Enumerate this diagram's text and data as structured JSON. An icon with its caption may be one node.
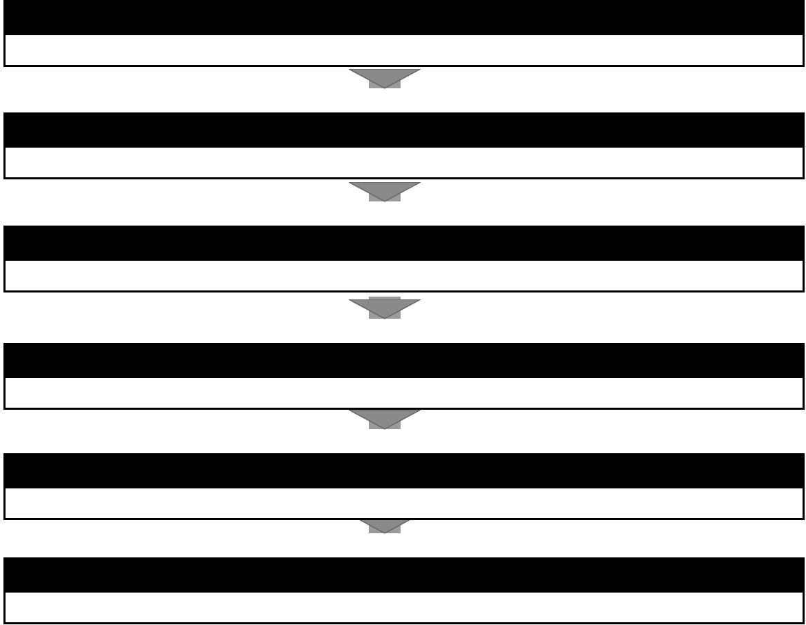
{
  "diagram": {
    "nodes": [
      {
        "text": [],
        "shape": "box"
      },
      {
        "text": [],
        "shape": "box"
      },
      {
        "text": [],
        "shape": "box"
      },
      {
        "text": [],
        "shape": "box"
      },
      {
        "text": [],
        "shape": "box"
      },
      {
        "text": [],
        "shape": "box"
      }
    ],
    "edges": [
      {
        "from": 0,
        "to": 1,
        "arrow": "to"
      },
      {
        "from": 1,
        "to": 2,
        "arrow": "to"
      },
      {
        "from": 2,
        "to": 3,
        "arrow": "to"
      },
      {
        "from": 3,
        "to": 4,
        "arrow": "to"
      },
      {
        "from": 4,
        "to": 5,
        "arrow": "to"
      }
    ]
  }
}
